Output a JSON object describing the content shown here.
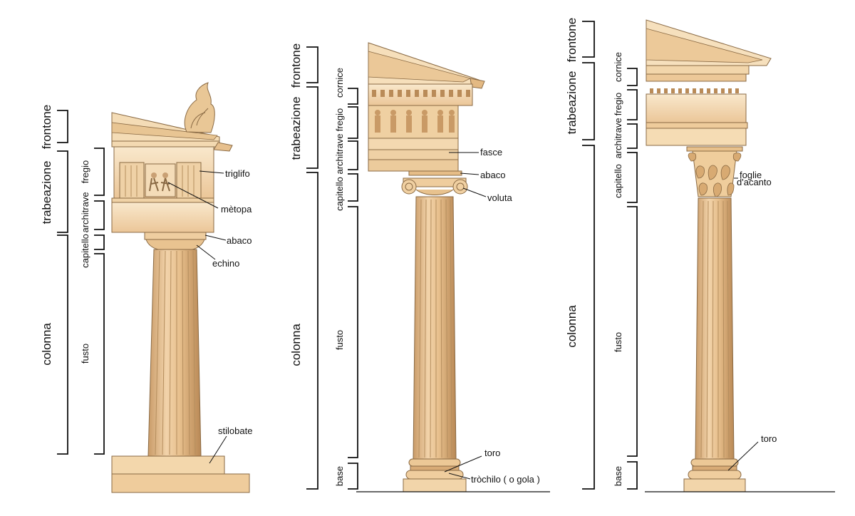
{
  "palette": {
    "stone_light": "#f7e2c2",
    "stone_mid": "#ecc89c",
    "stone_dark": "#c99b68",
    "ink": "#111111"
  },
  "doric": {
    "groups": {
      "frontone": "frontone",
      "trabeazione": "trabeazione",
      "colonna": "colonna"
    },
    "parts": {
      "fregio": "fregio",
      "architrave": "architrave",
      "capitello": "capitello",
      "fusto": "fusto"
    },
    "callouts": {
      "triglifo": "triglifo",
      "metopa": "mètopa",
      "abaco": "abaco",
      "echino": "echino",
      "stilobate": "stilobate"
    }
  },
  "ionic": {
    "groups": {
      "frontone": "frontone",
      "trabeazione": "trabeazione",
      "colonna": "colonna"
    },
    "parts": {
      "cornice": "cornice",
      "fregio": "fregio",
      "architrave": "architrave",
      "capitello": "capitello",
      "fusto": "fusto",
      "base": "base"
    },
    "callouts": {
      "fasce": "fasce",
      "abaco": "abaco",
      "voluta": "voluta",
      "toro": "toro",
      "trochilo": "tròchilo ( o gola )"
    }
  },
  "corinthian": {
    "groups": {
      "frontone": "frontone",
      "trabeazione": "trabeazione",
      "colonna": "colonna"
    },
    "parts": {
      "cornice": "cornice",
      "fregio": "fregio",
      "architrave": "architrave",
      "capitello": "capitello",
      "fusto": "fusto",
      "base": "base"
    },
    "callouts": {
      "foglie1": "foglie",
      "foglie2": "d'acanto",
      "toro": "toro"
    }
  }
}
